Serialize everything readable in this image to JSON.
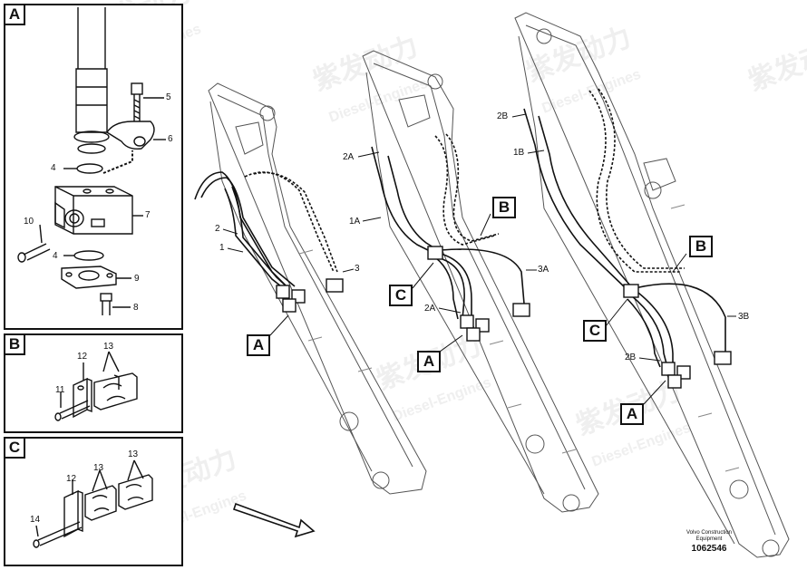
{
  "panels": {
    "a": {
      "tag": "A",
      "labels": {
        "p5": "5",
        "p6": "6",
        "p4a": "4",
        "p7": "7",
        "p10": "10",
        "p4b": "4",
        "p9": "9",
        "p8": "8"
      }
    },
    "b": {
      "tag": "B",
      "labels": {
        "p12": "12",
        "p13": "13",
        "p11": "11"
      }
    },
    "c": {
      "tag": "C",
      "labels": {
        "p12": "12",
        "p13a": "13",
        "p13b": "13",
        "p14": "14"
      }
    }
  },
  "boom1": {
    "labels": {
      "p2": "2",
      "p1": "1",
      "p3": "3"
    },
    "callout_a": "A"
  },
  "boom2": {
    "labels": {
      "p2A_top": "2A",
      "p1A": "1A",
      "p3A": "3A",
      "p2A_bottom": "2A"
    },
    "callout_b": "B",
    "callout_c": "C",
    "callout_a": "A"
  },
  "boom3": {
    "labels": {
      "p2B_top": "2B",
      "p1B": "1B",
      "p3B": "3B",
      "p2B_bottom": "2B"
    },
    "callout_b": "B",
    "callout_c": "C",
    "callout_a": "A"
  },
  "footer": {
    "line1": "Volvo Construction",
    "line2": "Equipment",
    "doc_number": "1062546"
  },
  "watermark": {
    "brand_cn": "紫发动力",
    "brand_en": "Diesel-Engines"
  },
  "colors": {
    "line": "#111111",
    "watermark": "#ececec"
  }
}
